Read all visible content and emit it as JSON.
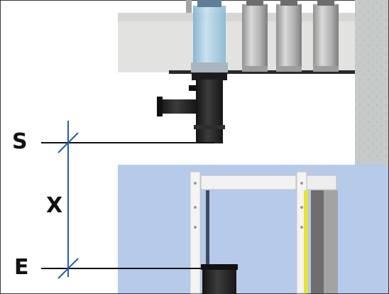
{
  "labels": {
    "start": "S",
    "distance": "X",
    "end": "E"
  },
  "colors": {
    "wall": "#c9cdca",
    "slab": "#e3e4e2",
    "wall_panel": "#b7cbe8",
    "pipe_black": "#262626",
    "pipe_glass": "#a9cfe4",
    "dimension_line": "#2b5aa8",
    "yellow_strip": "#e8e13a"
  }
}
